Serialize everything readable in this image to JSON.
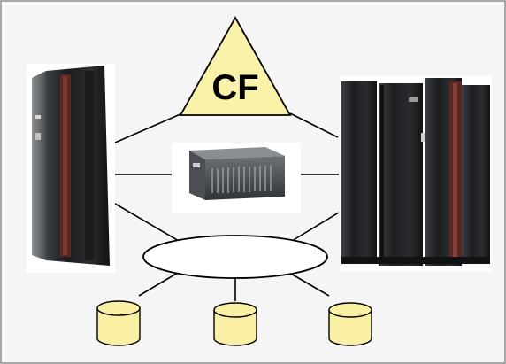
{
  "diagram": {
    "background": "#f5f5f5",
    "border": "#8c8c8c",
    "coupling_facility": {
      "label": "CF",
      "fill": "#fbf2a9"
    },
    "network_ellipse_fill": "#ffffff",
    "disk_fill": "#faf0a3",
    "server_color": "#232527",
    "accent_color": "#6b2a25",
    "nodes": [
      {
        "id": "server-left",
        "kind": "mainframe-server"
      },
      {
        "id": "server-right",
        "kind": "mainframe-server"
      },
      {
        "id": "server-middle",
        "kind": "server-box"
      },
      {
        "id": "coupling-facility",
        "kind": "triangle"
      },
      {
        "id": "network",
        "kind": "ellipse"
      },
      {
        "id": "disk-1",
        "kind": "disk"
      },
      {
        "id": "disk-2",
        "kind": "disk"
      },
      {
        "id": "disk-3",
        "kind": "disk"
      }
    ],
    "edges": [
      [
        "server-left",
        "coupling-facility"
      ],
      [
        "server-right",
        "coupling-facility"
      ],
      [
        "server-left",
        "server-middle"
      ],
      [
        "server-middle",
        "server-right"
      ],
      [
        "server-left",
        "network"
      ],
      [
        "server-right",
        "network"
      ],
      [
        "network",
        "disk-1"
      ],
      [
        "network",
        "disk-2"
      ],
      [
        "network",
        "disk-3"
      ]
    ]
  }
}
